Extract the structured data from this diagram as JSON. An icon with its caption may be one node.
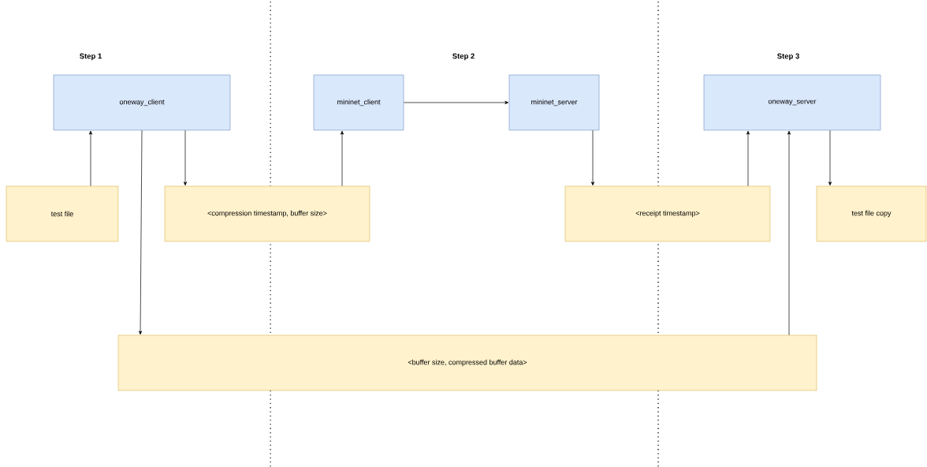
{
  "diagram": {
    "nodes": [
      {
        "text": [
          "oneway_client"
        ]
      },
      {
        "text": [
          "mininet_client"
        ]
      },
      {
        "text": [
          "mininet_server"
        ]
      },
      {
        "text": [
          "oneway_server"
        ]
      },
      {
        "text": [
          "test file"
        ]
      },
      {
        "text": [
          "<compression timestamp, buffer size>"
        ]
      },
      {
        "text": [
          "<receipt timestamp>"
        ]
      },
      {
        "text": [
          "test file copy"
        ]
      },
      {
        "text": [
          "<buffer size, compressed buffer data>"
        ]
      }
    ],
    "edges": [
      {
        "from": 4,
        "to": 0,
        "arrow": "to"
      },
      {
        "from": 0,
        "to": 5,
        "arrow": "to"
      },
      {
        "from": 5,
        "to": 1,
        "arrow": "to"
      },
      {
        "from": 1,
        "to": 2,
        "arrow": "to"
      },
      {
        "from": 2,
        "to": 6,
        "arrow": "to"
      },
      {
        "from": 6,
        "to": 3,
        "arrow": "to"
      },
      {
        "from": 3,
        "to": 7,
        "arrow": "to"
      },
      {
        "from": 0,
        "to": 8,
        "arrow": "to"
      },
      {
        "from": 8,
        "to": 3,
        "arrow": "to"
      }
    ],
    "labels": [
      "Step 1",
      "Step 2",
      "Step 3"
    ]
  }
}
